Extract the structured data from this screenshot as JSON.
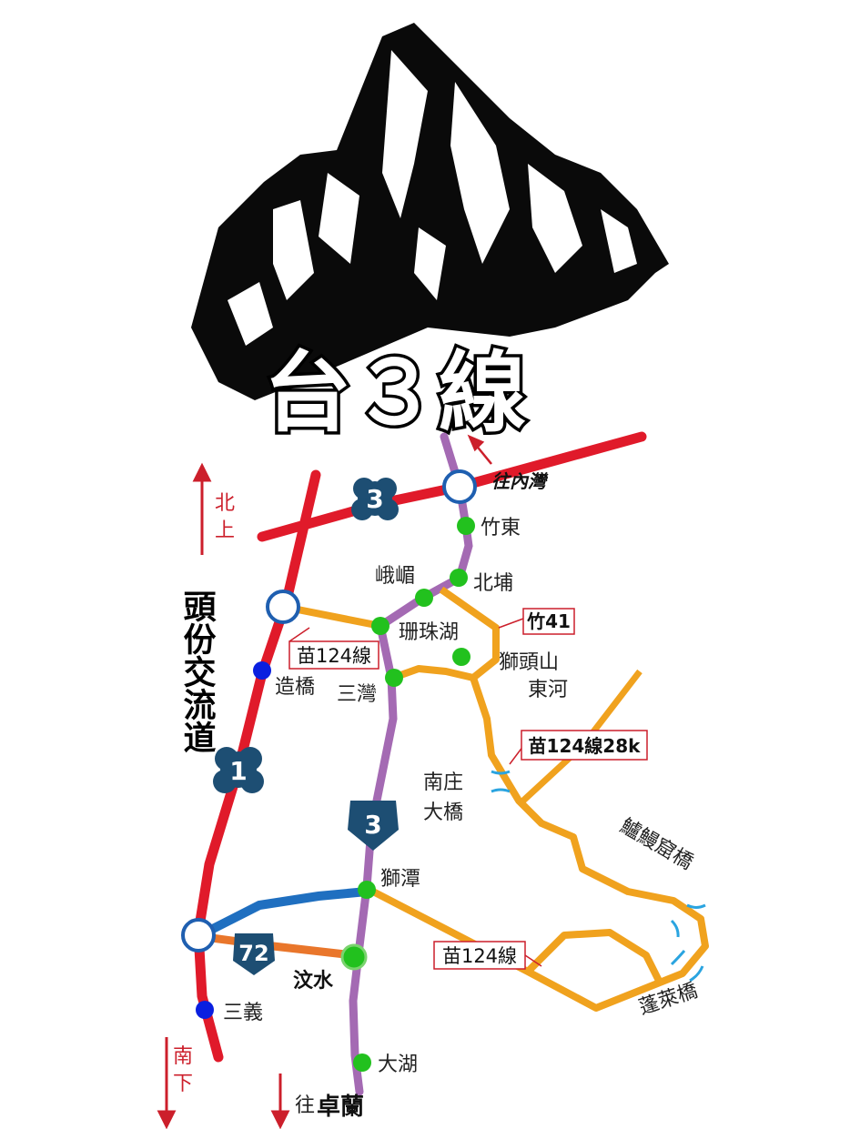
{
  "title": "台３線",
  "interchange_name": "頭份交流道",
  "directions": {
    "north": "北上",
    "south": "南下",
    "to_neiwan": "往內灣",
    "to_zhuolan_prefix": "往",
    "to_zhuolan": "卓蘭"
  },
  "route_shields": {
    "hw1": "1",
    "hw3_flower": "3",
    "hw3_shield": "3",
    "hw72": "72"
  },
  "places": {
    "zhudong": "竹東",
    "emei": "峨嵋",
    "beipu": "北埔",
    "shanzhuhu": "珊珠湖",
    "shitoushan": "獅頭山",
    "donghe": "東河",
    "zaoqiao": "造橋",
    "sanwan": "三灣",
    "nanzhuang_bridge_1": "南庄",
    "nanzhuang_bridge_2": "大橋",
    "lumanku_bridge": "鱸鰻窟橋",
    "penglai_bridge": "蓬萊橋",
    "shitan": "獅潭",
    "wenshui": "汶水",
    "sanyi": "三義",
    "dahu": "大湖"
  },
  "callouts": {
    "zhu41": "竹41",
    "miao124_a": "苗124線",
    "miao124_28k": "苗124線28k",
    "miao124_b": "苗124線"
  },
  "colors": {
    "freeway": "#e01a2a",
    "route3": "#a46ab3",
    "county": "#f0a21e",
    "hw72": "#e9762b",
    "blue_road": "#1f6fc0",
    "stop_green": "#22c11e",
    "stop_blue": "#0a1fe0",
    "shield_dark": "#1d4e73",
    "bridge_mark": "#2aa4e0"
  }
}
